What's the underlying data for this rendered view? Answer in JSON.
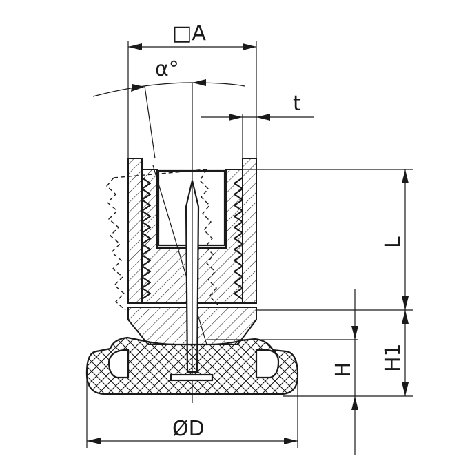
{
  "dimensions": {
    "square_a": "□A",
    "alpha": "α°",
    "t": "t",
    "l": "L",
    "h": "H",
    "h1": "H1",
    "diameter_d": "ØD"
  }
}
